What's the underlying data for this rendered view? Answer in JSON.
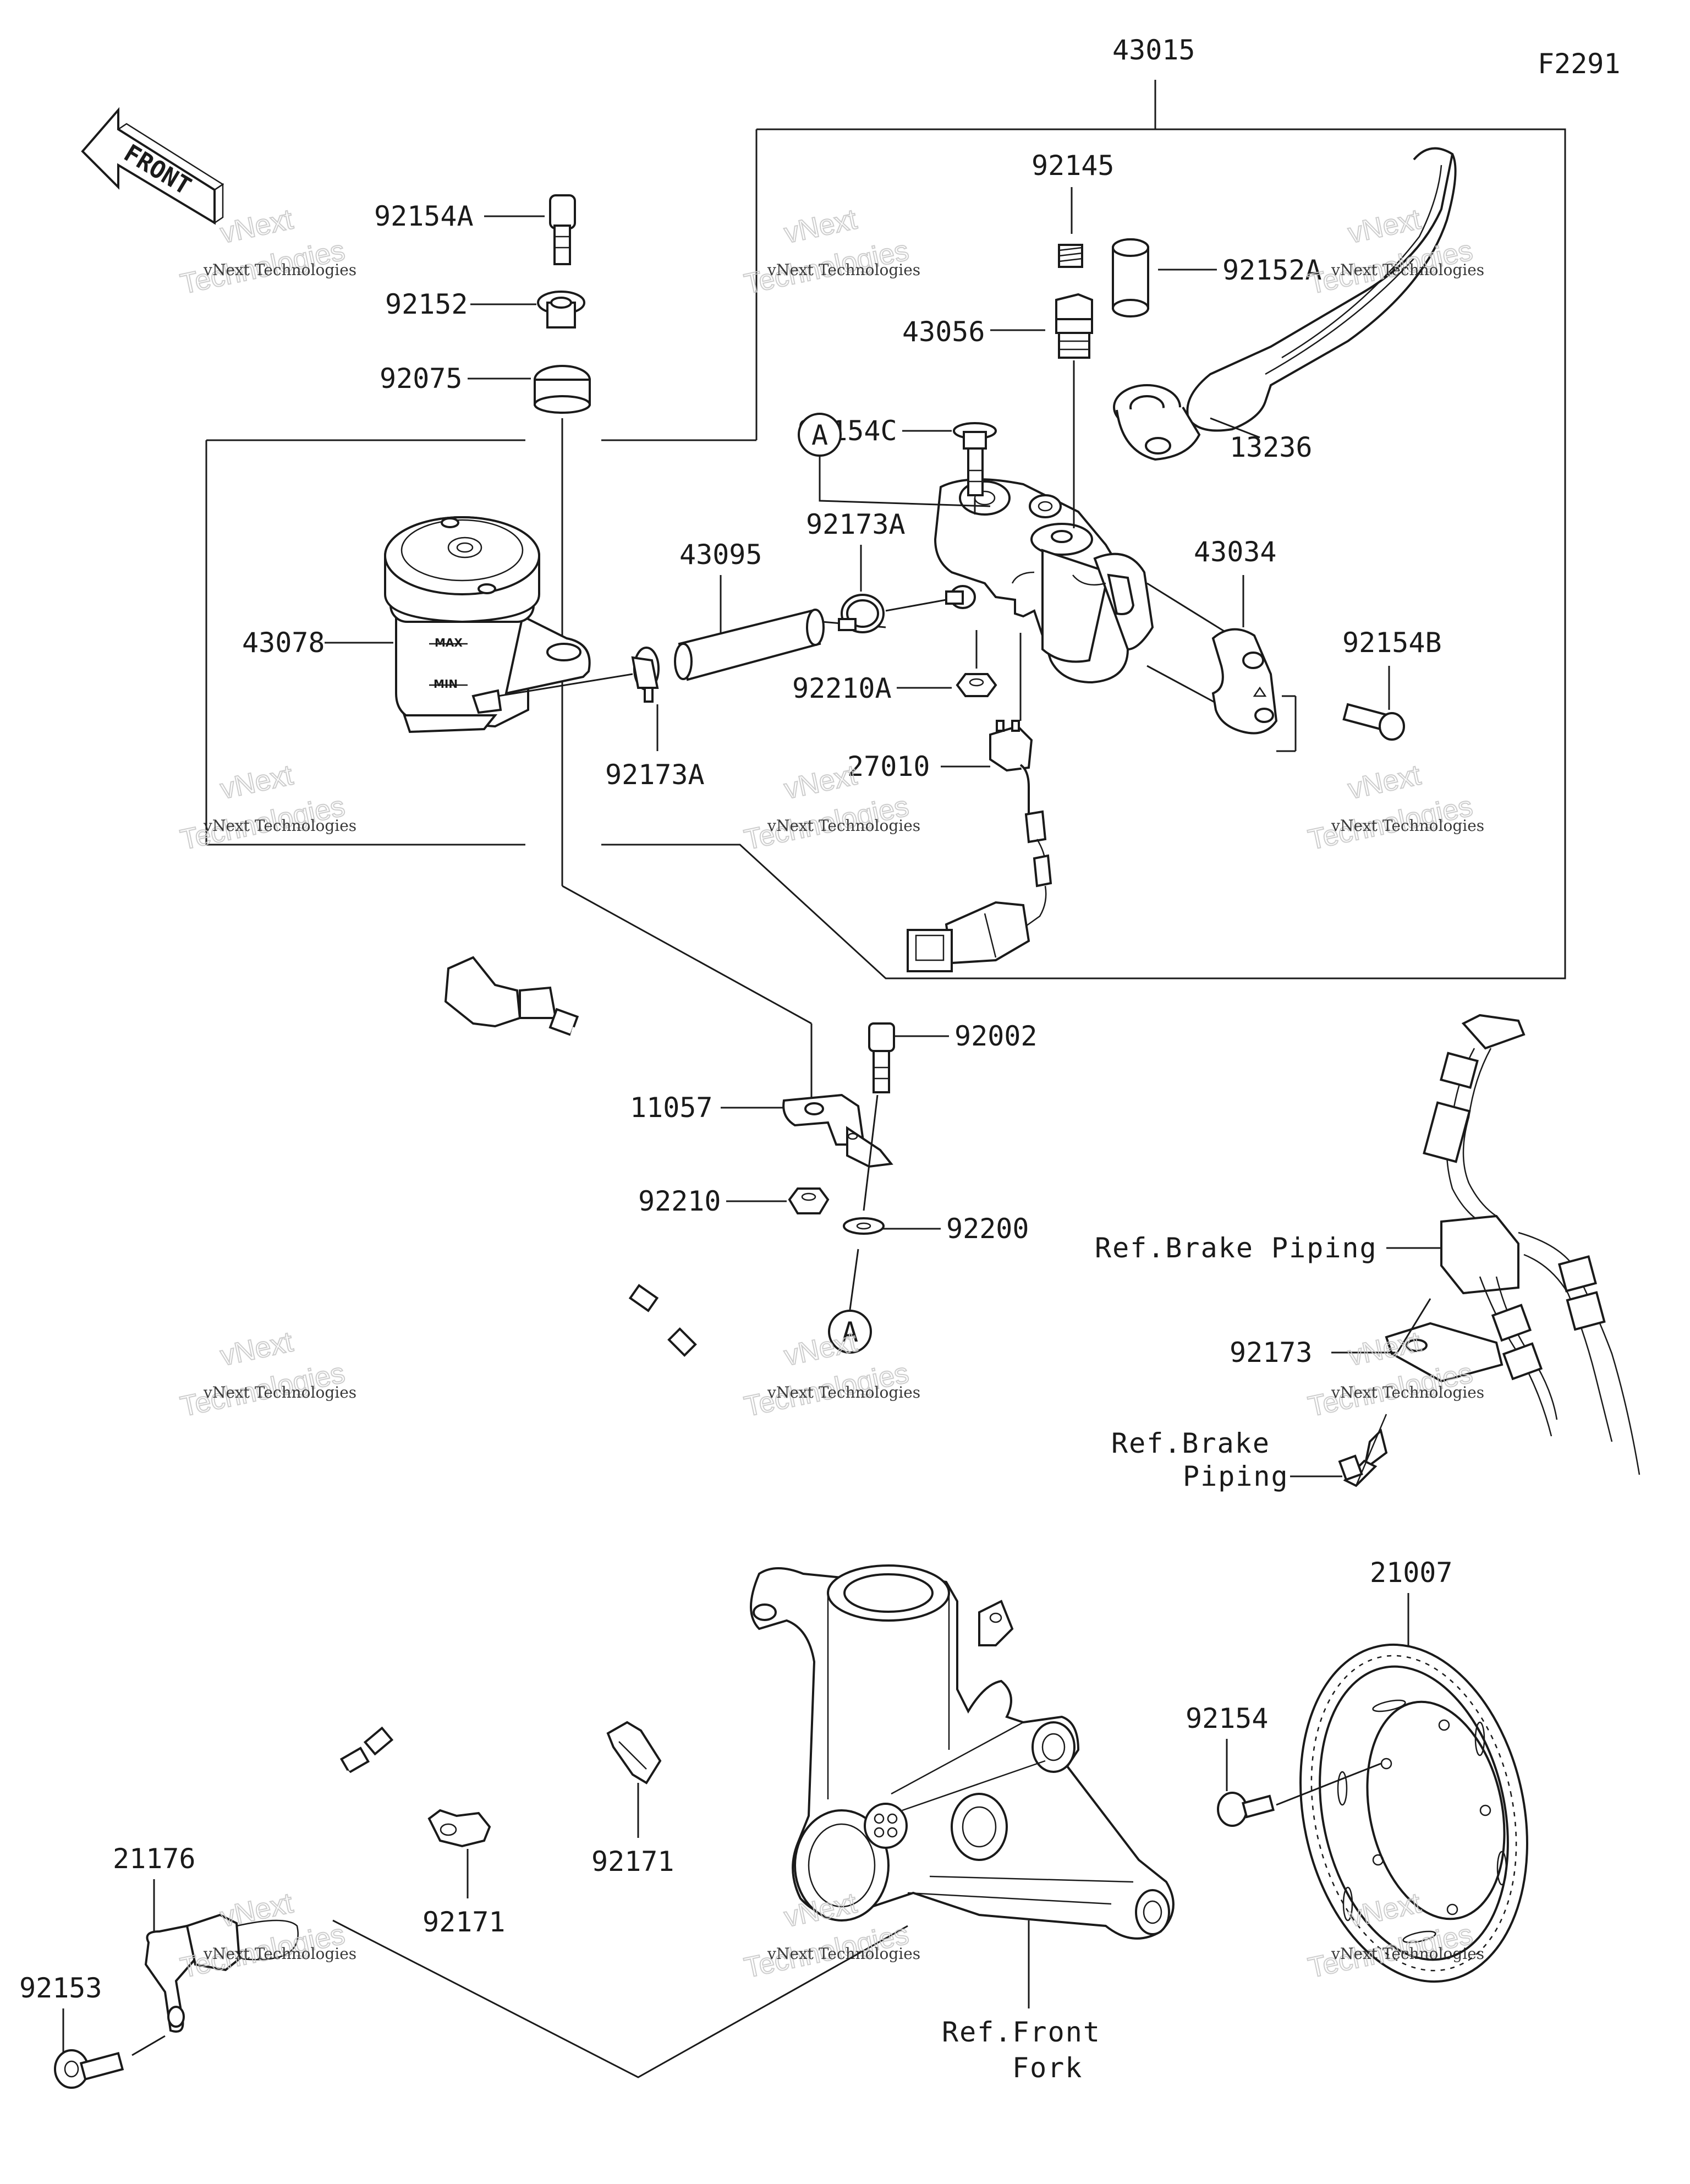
{
  "figure_code": "F2291",
  "front_label": "FRONT",
  "callouts": {
    "p43015": "43015",
    "p92154A": "92154A",
    "p92152": "92152",
    "p92075": "92075",
    "p92145": "92145",
    "p92152A": "92152A",
    "p43056": "43056",
    "p92154C": "92154C",
    "p13236": "13236",
    "circleA1": "A",
    "p92173A_1": "92173A",
    "p43095": "43095",
    "p43034": "43034",
    "p43078": "43078",
    "p92210A": "92210A",
    "p92154B": "92154B",
    "p92173A_2": "92173A",
    "p27010": "27010",
    "p92002": "92002",
    "p11057": "11057",
    "p92210": "92210",
    "p92200": "92200",
    "circleA2": "A",
    "refBrakePiping1": "Ref.Brake Piping",
    "p92173": "92173",
    "refBrakePiping2a": "Ref.Brake",
    "refBrakePiping2b": "Piping",
    "p21007": "21007",
    "p92154": "92154",
    "p21176": "21176",
    "p92153": "92153",
    "p92171_a": "92171",
    "p92171_b": "92171",
    "refFrontFork_a": "Ref.Front",
    "refFrontFork_b": "Fork"
  },
  "tank_markings": {
    "max": "MAX",
    "min": "MIN"
  },
  "watermark": {
    "line1": "vNext Technologies",
    "line2": "Technologies",
    "line3": "vNext"
  }
}
